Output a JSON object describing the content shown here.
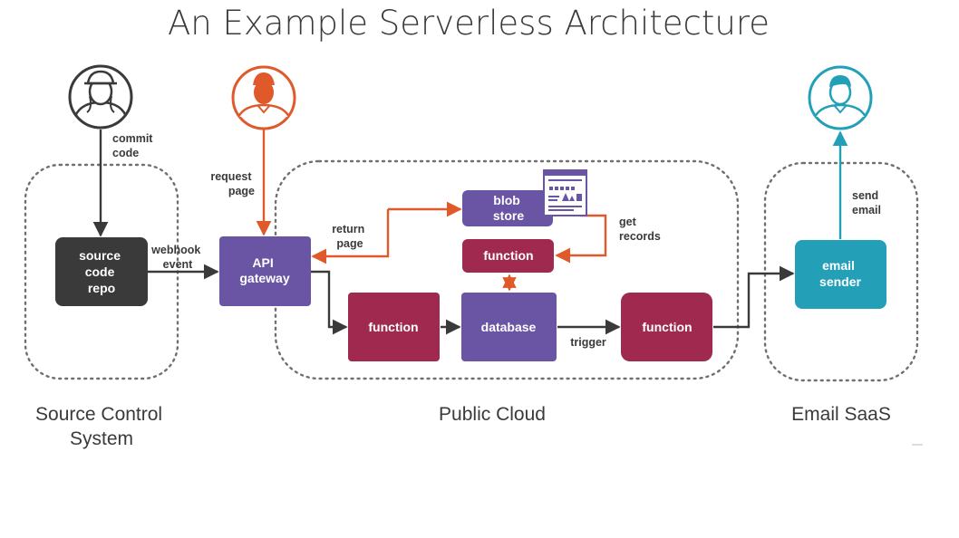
{
  "title": "An Example Serverless Architecture",
  "colors": {
    "dark": "#3a3a3a",
    "orange": "#e0592a",
    "purple": "#6a55a5",
    "magenta": "#a0294f",
    "teal": "#23a0b8",
    "region_border": "#707070"
  },
  "actors": {
    "developer": {
      "icon": "developer-avatar-icon",
      "color": "#3a3a3a"
    },
    "user": {
      "icon": "user-avatar-icon",
      "color": "#e0592a"
    },
    "email_recipient": {
      "icon": "email-recipient-avatar-icon",
      "color": "#23a0b8"
    }
  },
  "regions": {
    "source_control": {
      "line1": "Source Control",
      "line2": "System"
    },
    "public_cloud": {
      "label": "Public Cloud"
    },
    "email_saas": {
      "label": "Email SaaS"
    }
  },
  "nodes": {
    "source_code_repo": [
      "source",
      "code",
      "repo"
    ],
    "api_gateway": [
      "API",
      "gateway"
    ],
    "blob_store": [
      "blob",
      "store"
    ],
    "function_top": "function",
    "function_left": "function",
    "database": "database",
    "function_right": "function",
    "email_sender": [
      "email",
      "sender"
    ]
  },
  "edge_labels": {
    "commit_code": [
      "commit",
      "code"
    ],
    "request_page": [
      "request",
      "page"
    ],
    "webhook_event": [
      "webhook",
      "event"
    ],
    "return_page": [
      "return",
      "page"
    ],
    "get_records": [
      "get",
      "records"
    ],
    "trigger": "trigger",
    "send_email": [
      "send",
      "email"
    ]
  },
  "blob_icon": "web-page-document-icon"
}
